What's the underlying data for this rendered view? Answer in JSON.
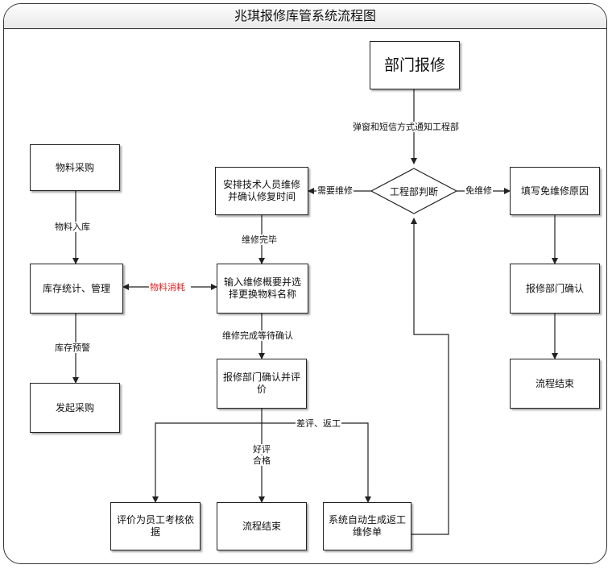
{
  "title": "兆琪报修库管系统流程图",
  "nodes": {
    "dept_report": "部门报修",
    "engineering_decision": "工程部判断",
    "assign_technician": "安排技术人员维修并确认修复时间",
    "fill_no_repair_reason": "填写免维修原因",
    "material_purchase": "物料采购",
    "inventory_manage": "库存统计、管理",
    "start_purchase": "发起采购",
    "enter_summary": "输入维修概要并选择更换物料名称",
    "dept_confirm_evaluate": "报修部门确认并评价",
    "dept_confirm": "报修部门确认",
    "flow_end_right": "流程结束",
    "evaluation_basis": "评价为员工考核依据",
    "flow_end_bottom": "流程结束",
    "auto_rework_order": "系统自动生成返工维修单"
  },
  "edges": {
    "notify": "弹窗和短信方式通知工程部",
    "need_repair": "需要维修",
    "no_repair": "免维修",
    "stock_in": "物料入库",
    "stock_alert": "库存预警",
    "repair_done": "维修完毕",
    "material_consume": "物料消耗",
    "await_confirm": "维修完成等待确认",
    "good_review": "好评",
    "qualified": "合格",
    "bad_review": "差评、返工"
  },
  "colors": {
    "line": "#222222",
    "consume_label": "#e02020"
  }
}
